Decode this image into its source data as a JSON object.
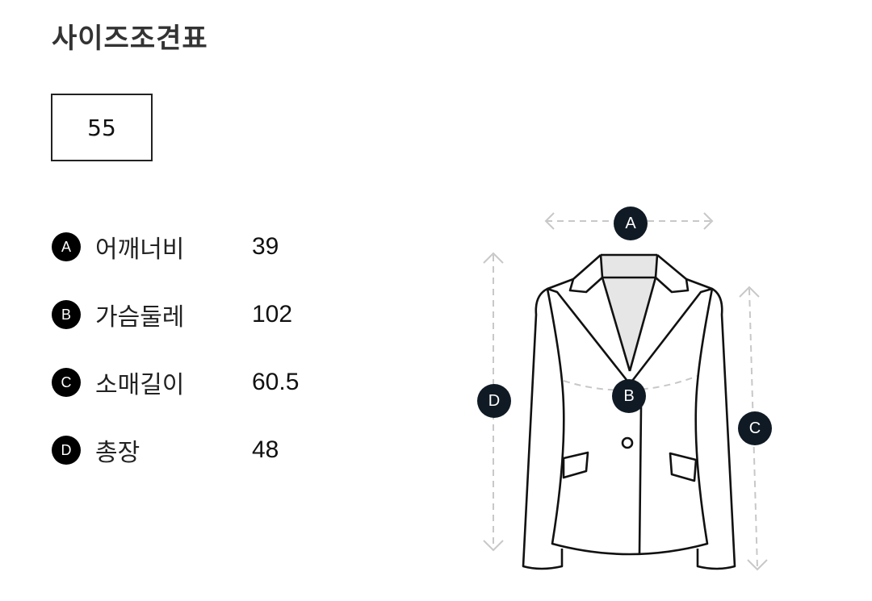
{
  "title": "사이즈조견표",
  "selected_size": "55",
  "measurements": [
    {
      "badge": "A",
      "label": "어깨너비",
      "value": "39"
    },
    {
      "badge": "B",
      "label": "가슴둘레",
      "value": "102"
    },
    {
      "badge": "C",
      "label": "소매길이",
      "value": "60.5"
    },
    {
      "badge": "D",
      "label": "총장",
      "value": "48"
    }
  ],
  "diagram": {
    "markers": [
      "A",
      "B",
      "C",
      "D"
    ],
    "icon": "jacket-diagram-icon"
  },
  "colors": {
    "badge_bg": "#000000",
    "diagram_badge_bg": "#0f1a24",
    "dash": "#c8c8c8",
    "title": "#333333"
  }
}
